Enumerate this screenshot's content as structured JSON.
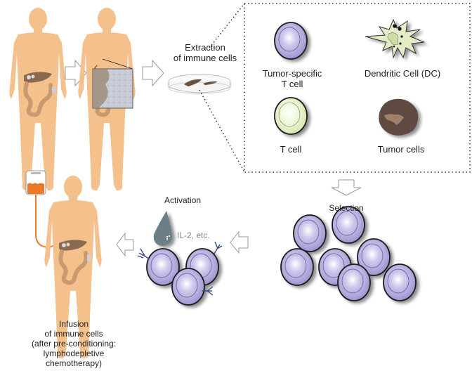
{
  "title": "Adoptive cell transfer workflow",
  "steps": {
    "extraction": {
      "label_line1": "Extraction",
      "label_line2": "of immune cells"
    },
    "selection": {
      "label": "Selection"
    },
    "activation": {
      "label": "Activation",
      "cytokine_label": "IL-2, etc."
    },
    "infusion": {
      "label_line1": "Infusion",
      "label_line2": "of immune cells",
      "label_line3": "(after pre-conditioning:",
      "label_line4": "lymphodepletive",
      "label_line5": "chemotherapy)"
    }
  },
  "legend": {
    "tumor_specific_t_cell": {
      "line1": "Tumor-specific",
      "line2": "T cell"
    },
    "dendritic_cell": {
      "label": "Dendritic Cell (DC)"
    },
    "t_cell": {
      "label": "T cell"
    },
    "tumor_cells": {
      "label": "Tumor cells"
    }
  },
  "colors": {
    "skin": "#f4c08c",
    "organ": "#c99a72",
    "liver": "#8a6a4e",
    "tumor_specific_t_cell": "#b3a9dc",
    "t_cell": "#e8f3cd",
    "dendritic_cell": "#e3ecc6",
    "tumor_cell": "#5e4a40",
    "infusion_fluid": "#e87a2a",
    "droplet": "#6d7f86",
    "arrow_outline": "#9a9a9a"
  }
}
